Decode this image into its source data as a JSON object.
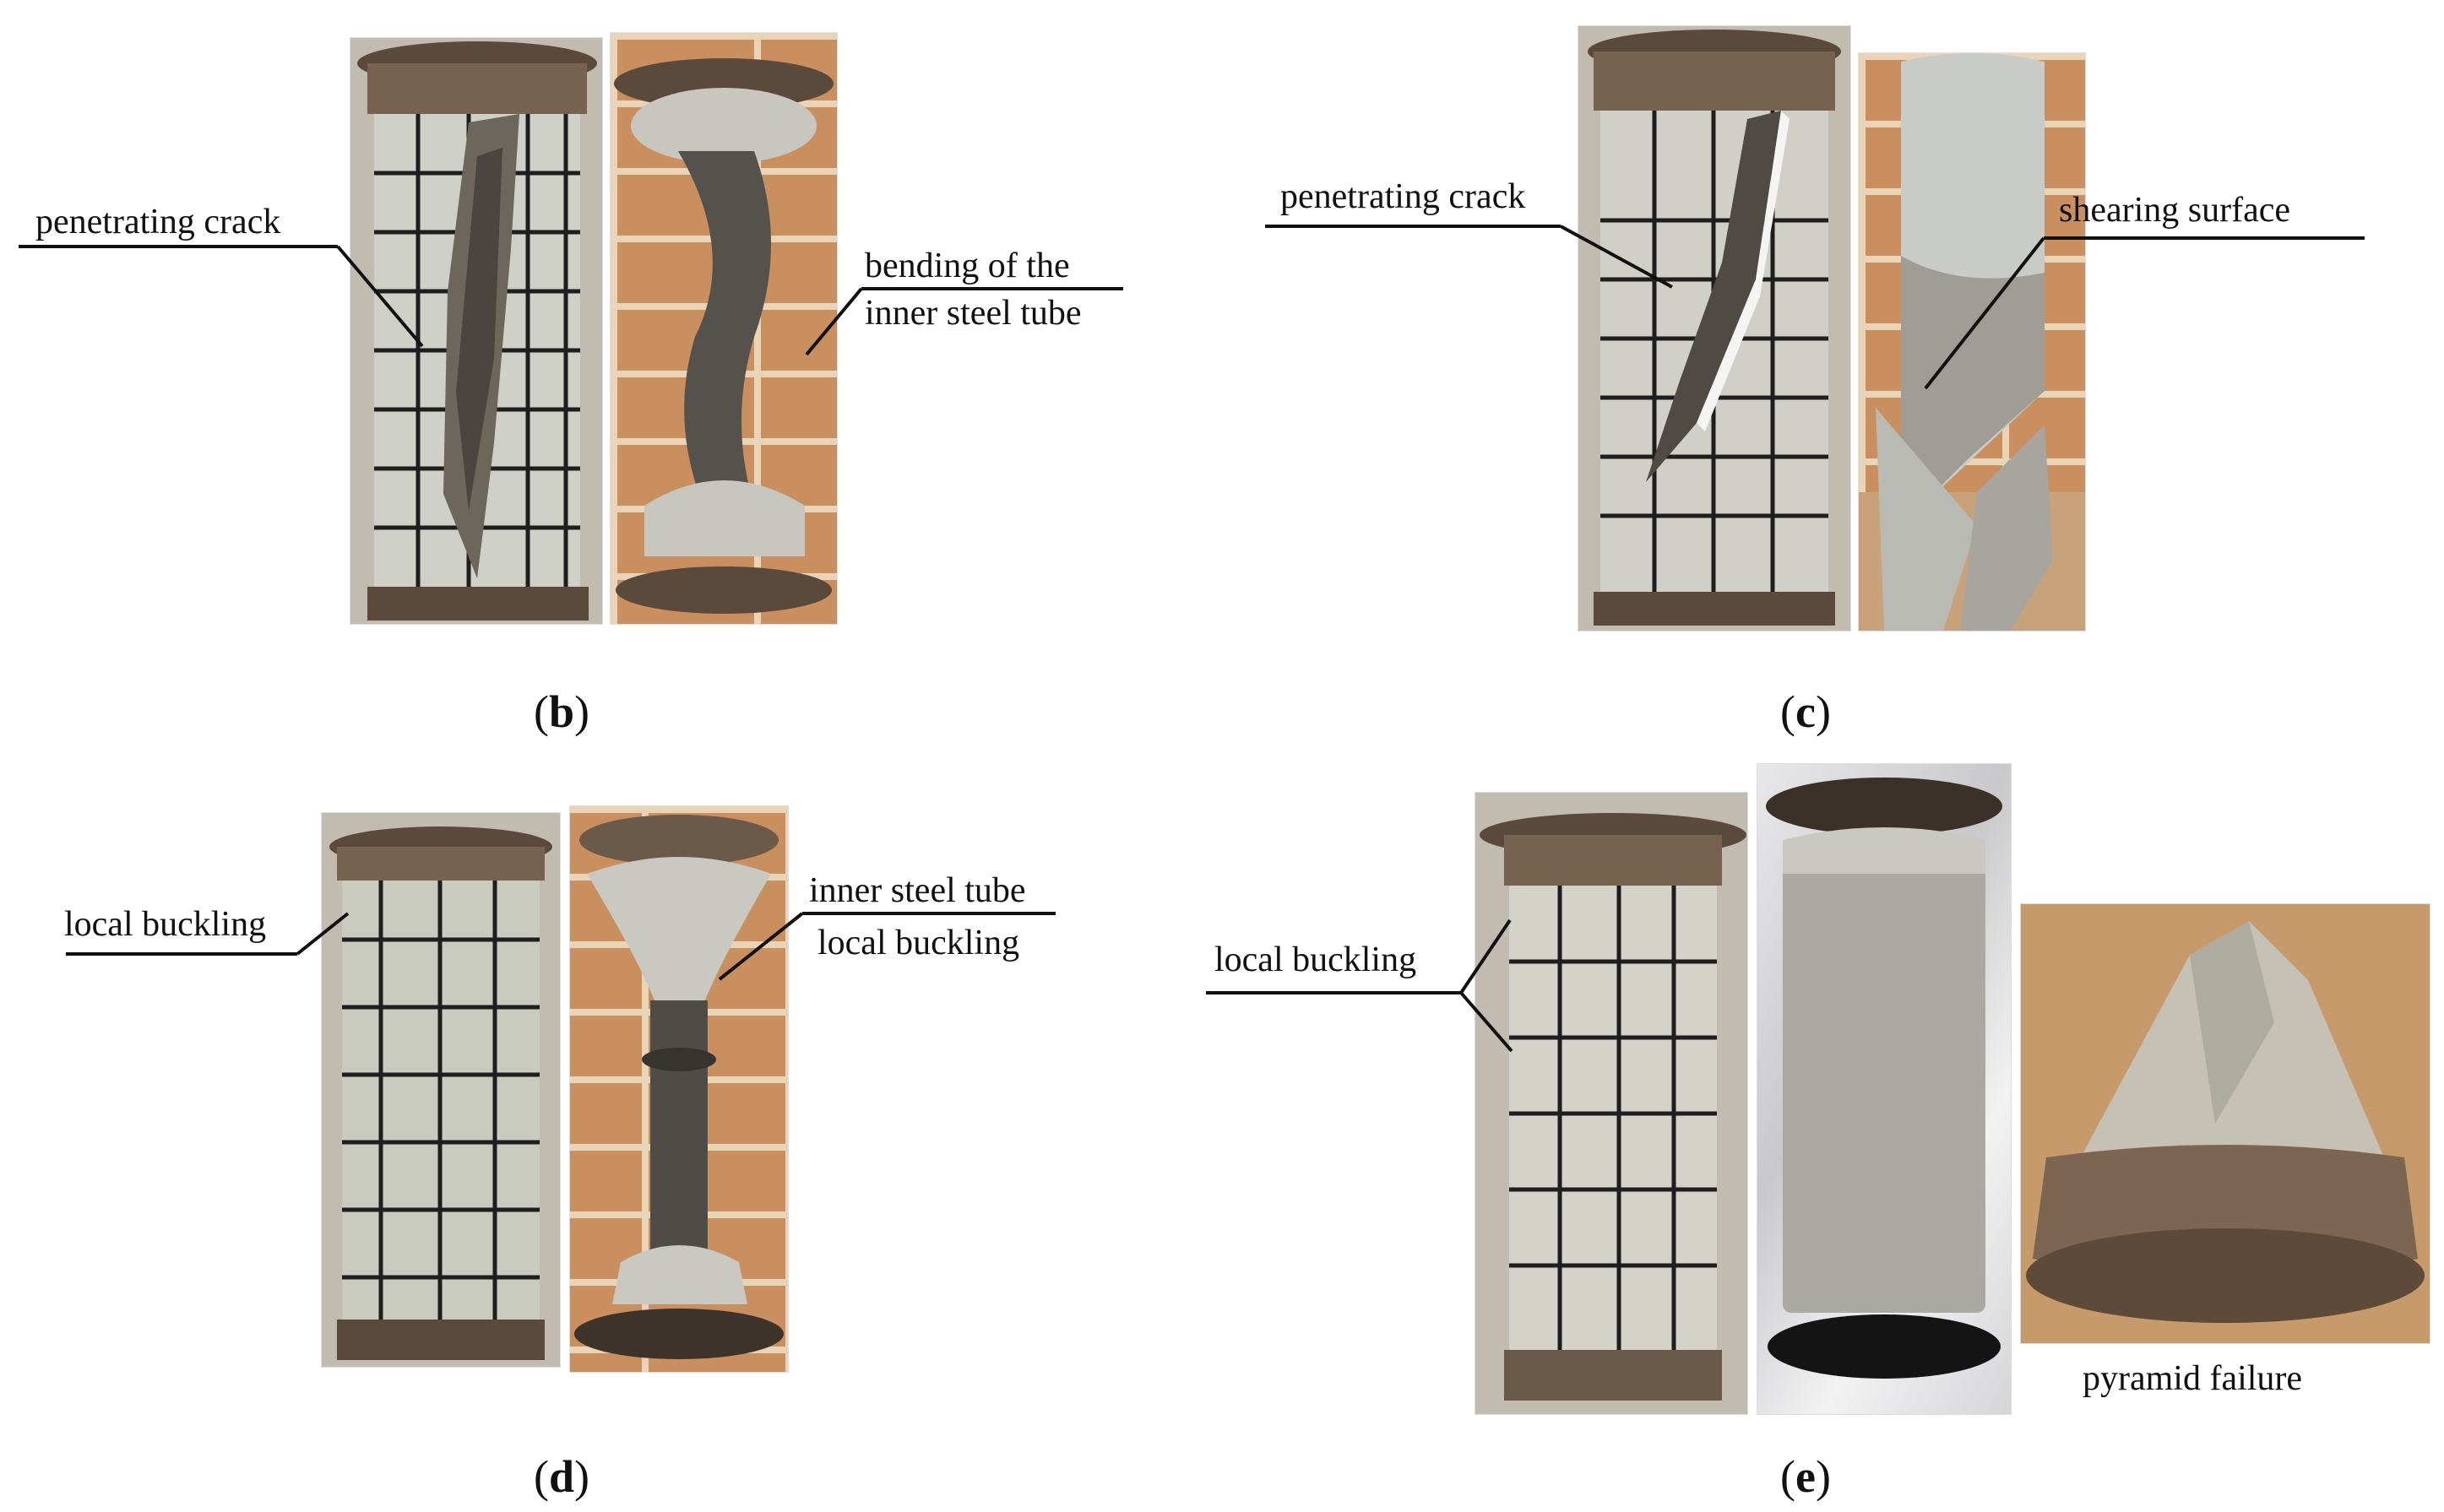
{
  "panels": {
    "b": {
      "letter": "b",
      "annotations": {
        "penetrating_crack": "penetrating crack",
        "bending_line1": "bending of the",
        "bending_line2": "inner steel tube"
      }
    },
    "c": {
      "letter": "c",
      "annotations": {
        "penetrating_crack": "penetrating crack",
        "shearing_surface": "shearing surface"
      }
    },
    "d": {
      "letter": "d",
      "annotations": {
        "local_buckling": "local buckling",
        "inner_tube_line1": "inner steel tube",
        "inner_tube_line2": "local buckling"
      }
    },
    "e": {
      "letter": "e",
      "annotations": {
        "local_buckling": "local buckling",
        "pyramid_failure": "pyramid failure"
      }
    }
  },
  "caption_parens": {
    "open": "(",
    "close": ")"
  },
  "colors": {
    "plate": "#5b4a3c",
    "concrete": "#bcbcb4",
    "grid_line": "#1e1e1e",
    "tube": "#55524e",
    "brick": "#c98f5e",
    "mortar": "#e9d4b8"
  }
}
